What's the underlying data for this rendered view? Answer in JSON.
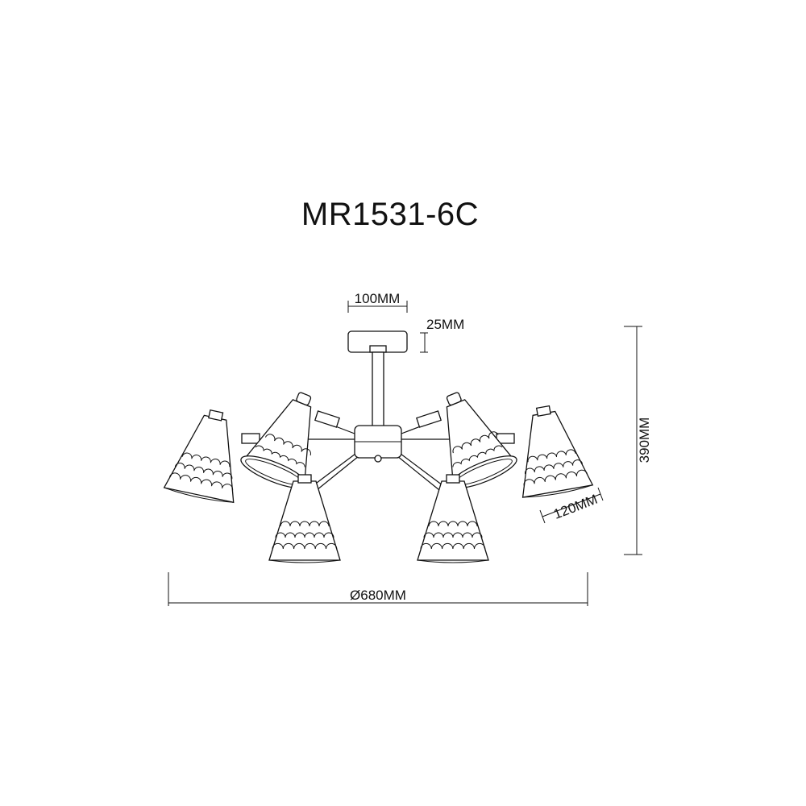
{
  "drawing": {
    "model": "MR1531-6C",
    "dimensions": {
      "canopy_width": "100MM",
      "canopy_height": "25MM",
      "total_height": "390MM",
      "shade_size": "120MM",
      "diameter": "Ø680MM"
    }
  },
  "colors": {
    "line": "#111111",
    "background": "#ffffff"
  }
}
